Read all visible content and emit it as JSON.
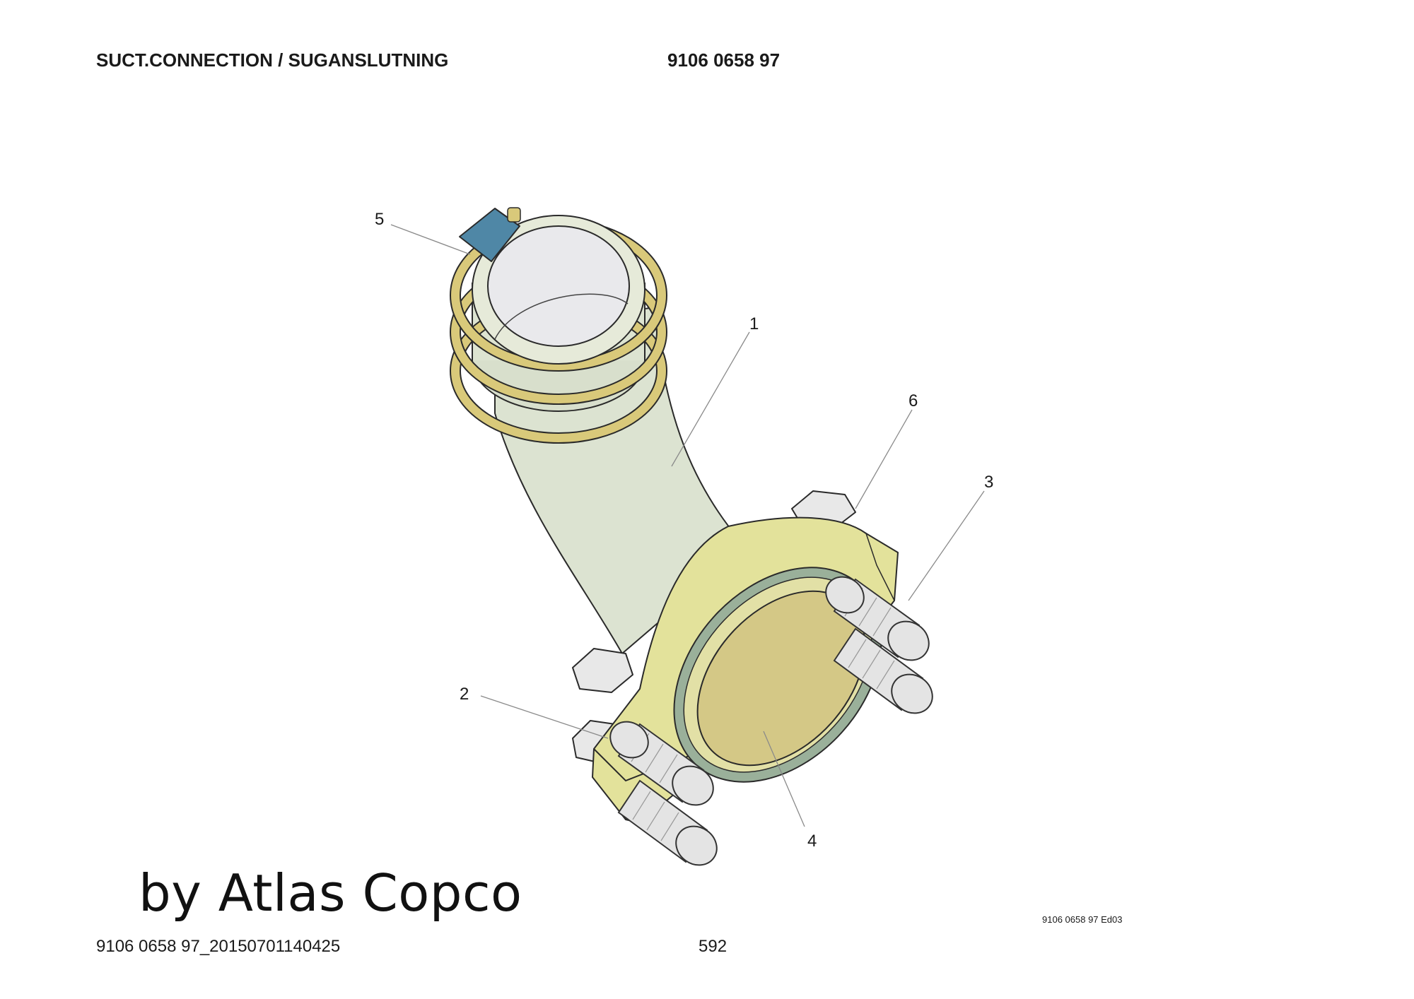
{
  "header": {
    "title": "SUCT.CONNECTION / SUGANSLUTNING",
    "part_number": "9106 0658 97"
  },
  "callouts": [
    "1",
    "2",
    "3",
    "4",
    "5",
    "6"
  ],
  "watermark": "by Atlas Copco",
  "footer": {
    "document_id": "9106 0658 97_20150701140425",
    "page_number": "592",
    "edition": "9106 0658 97 Ed03"
  },
  "colors": {
    "hose": "#dce3d1",
    "flange": "#e3e29b",
    "clamp_band": "#d9c97a",
    "clamp_screw": "#4f87a6",
    "o_ring": "#9ab09a",
    "bore": "#d4c886",
    "bolt": "#e4e4e4"
  }
}
